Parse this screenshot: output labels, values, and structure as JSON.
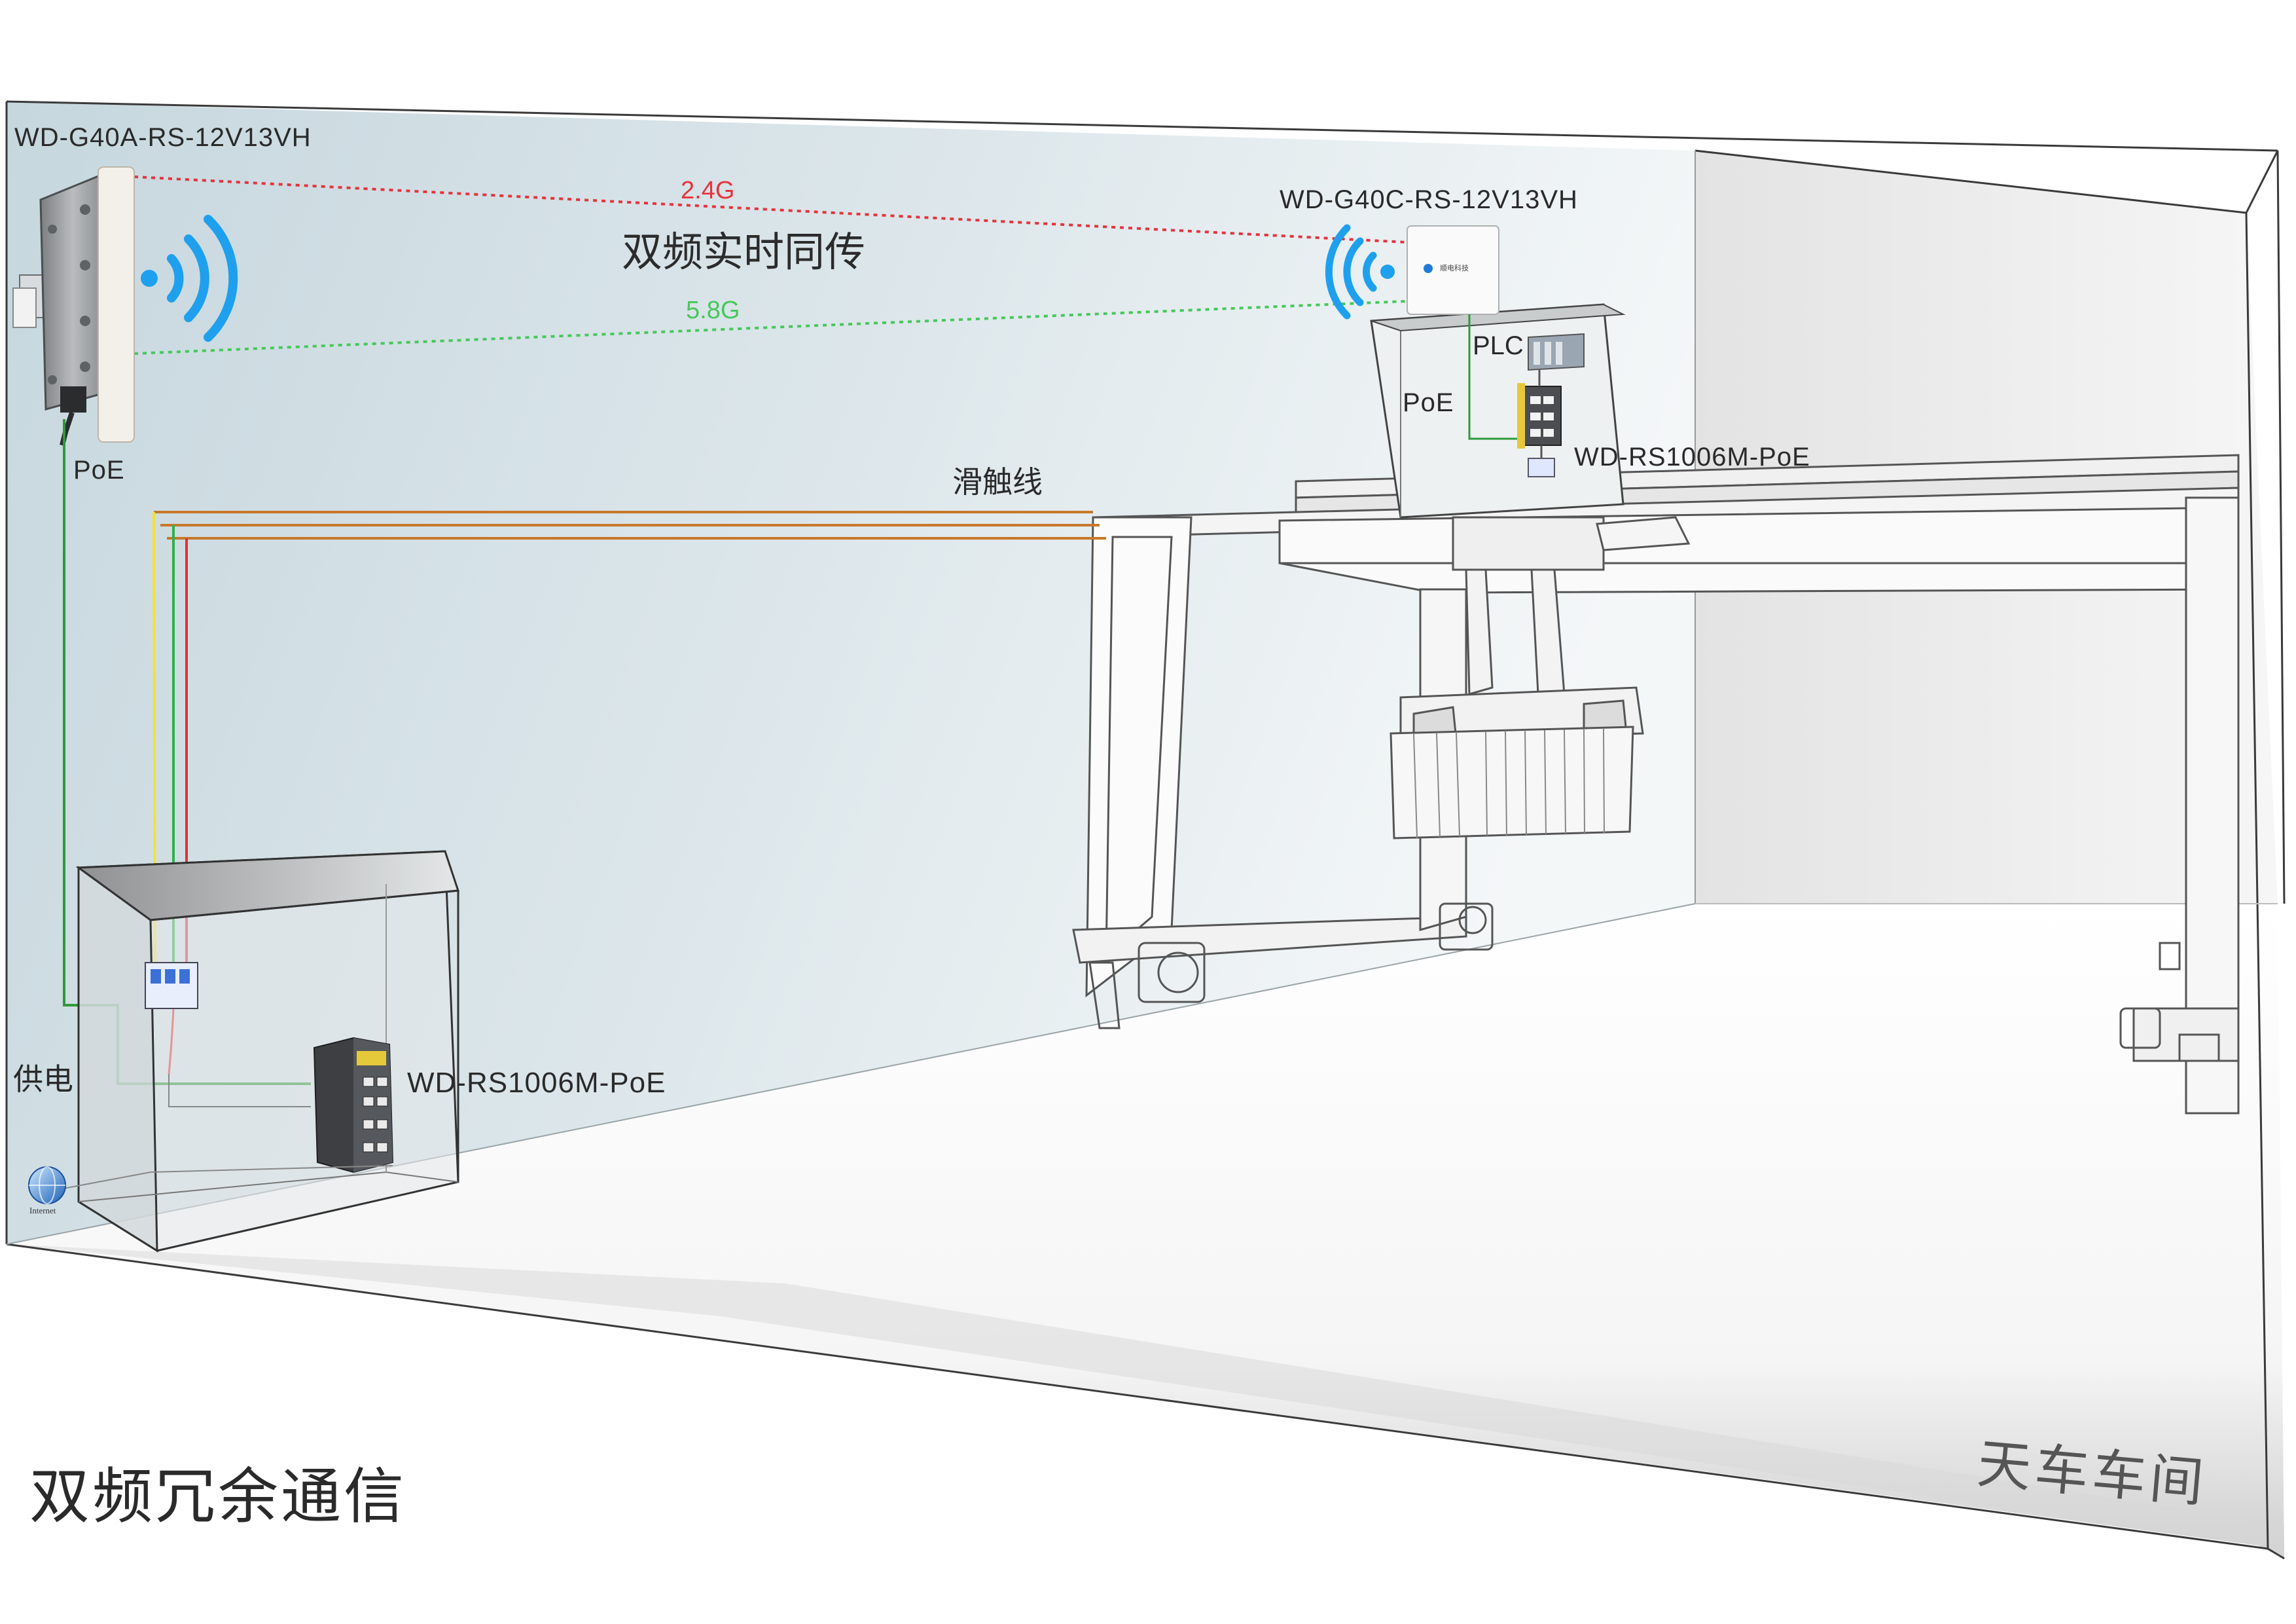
{
  "labels": {
    "ap_left_model": "WD-G40A-RS-12V13VH",
    "ap_right_model": "WD-G40C-RS-12V13VH",
    "freq_24": "2.4G",
    "freq_58": "5.8G",
    "dual_freq_realtime": "双频实时同传",
    "poe_left": "PoE",
    "poe_right": "PoE",
    "plc": "PLC",
    "switch_right_model": "WD-RS1006M-PoE",
    "switch_left_model": "WD-RS1006M-PoE",
    "sliding_line": "滑触线",
    "power_supply": "供电",
    "internet": "Internet",
    "main_title": "双频冗余通信",
    "room_name": "天车车间",
    "ap_brand": "顺电科技"
  },
  "colors": {
    "link_24g": "#e8323c",
    "link_58g": "#46c85a",
    "wifi_blue": "#1fa0ee",
    "poe_cable": "#2e9a3a",
    "rail_orange": "#c8782a",
    "wire_yellow": "#f2e23a",
    "wire_green": "#2fb04a",
    "wire_red": "#e23232"
  }
}
